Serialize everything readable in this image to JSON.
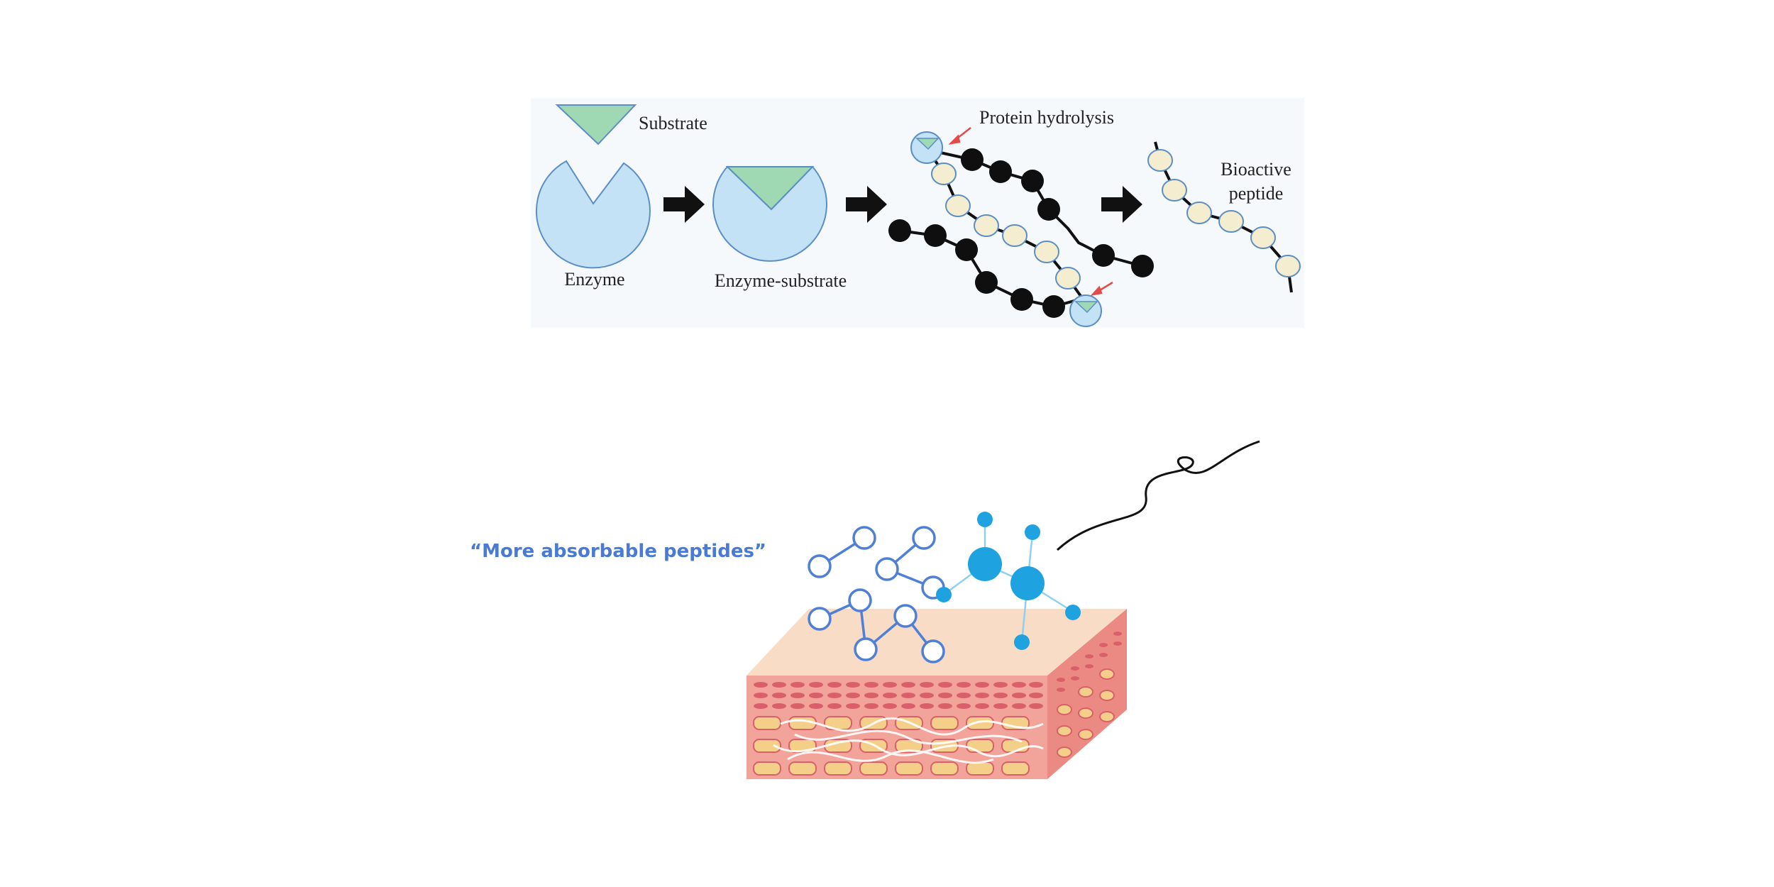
{
  "diagram": {
    "labels": {
      "substrate": "Substrate",
      "enzyme": "Enzyme",
      "enzyme_substrate": "Enzyme-substrate",
      "protein_hydrolysis": "Protein hydrolysis",
      "bioactive_line1": "Bioactive",
      "bioactive_line2": "peptide"
    },
    "colors": {
      "enzyme_fill": "#c4e2f6",
      "enzyme_stroke": "#5b8ec4",
      "substrate_fill": "#9ed9b4",
      "amino_light": "#f5edcf",
      "amino_dark": "#0f0f0f",
      "arrow": "#111111",
      "panel_bg": "#f6f9fc",
      "hydrolysis_marker": "#e34a4a"
    }
  },
  "skin_illustration": {
    "caption": "“More absorbable peptides”",
    "colors": {
      "peptide_outline": "#4f7fd6",
      "molecule_blue": "#1fa2e0",
      "skin_top": "#f8dcc6",
      "skin_front": "#f2a49a",
      "skin_side": "#eb8a82",
      "cell_fill": "#f4cf8a",
      "fiber": "#ffffff"
    }
  }
}
